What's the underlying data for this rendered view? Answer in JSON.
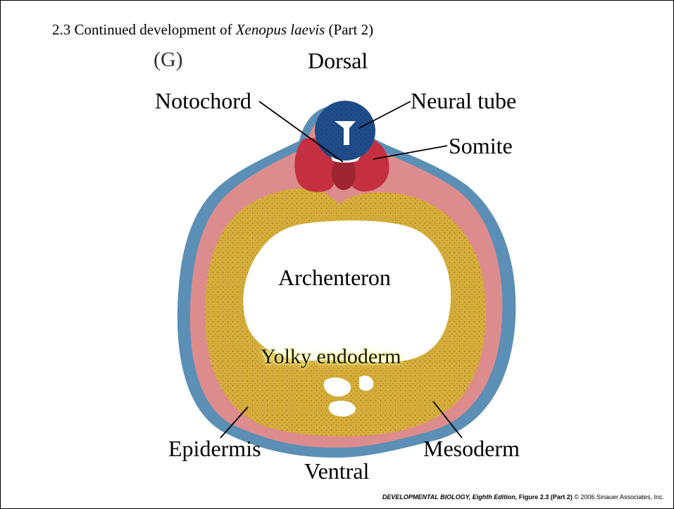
{
  "title": {
    "prefix": "2.3  Continued development of ",
    "species": "Xenopus laevis",
    "suffix": " (Part 2)"
  },
  "panel_label": "(G)",
  "orientation": {
    "top": "Dorsal",
    "bottom": "Ventral"
  },
  "labels": {
    "notochord": "Notochord",
    "neural_tube": "Neural tube",
    "somite": "Somite",
    "archenteron": "Archenteron",
    "yolky_endoderm": "Yolky endoderm",
    "epidermis": "Epidermis",
    "mesoderm": "Mesoderm"
  },
  "footer": {
    "book": "DEVELOPMENTAL BIOLOGY, Eighth Edition,",
    "figure": " Figure 2.3 (Part 2)",
    "copyright": "  © 2006 Sinauer Associates, Inc."
  },
  "colors": {
    "epidermis": "#5b8fb5",
    "mesoderm": "#dd8c8e",
    "endoderm": "#d6ad3a",
    "neural_tube": "#1f4c8a",
    "somite": "#c4303f",
    "notochord": "#9e2431",
    "archenteron": "#ffffff"
  }
}
